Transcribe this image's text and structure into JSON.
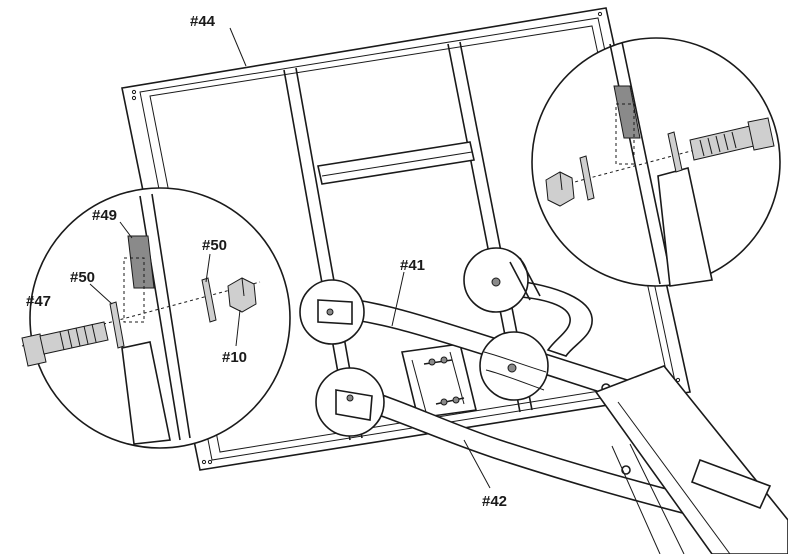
{
  "labels": {
    "backboard": "#44",
    "upper_arm": "#41",
    "lower_arm": "#42",
    "washer_top": "#50",
    "washer_left": "#50",
    "spacer": "#49",
    "bolt": "#47",
    "nut": "#10"
  },
  "colors": {
    "line": "#1a1a1a",
    "part_fill": "#8a8a8a",
    "background": "#ffffff"
  },
  "icons": {
    "bolt": "hex-bolt",
    "nut": "hex-nut",
    "washer": "flat-washer"
  }
}
